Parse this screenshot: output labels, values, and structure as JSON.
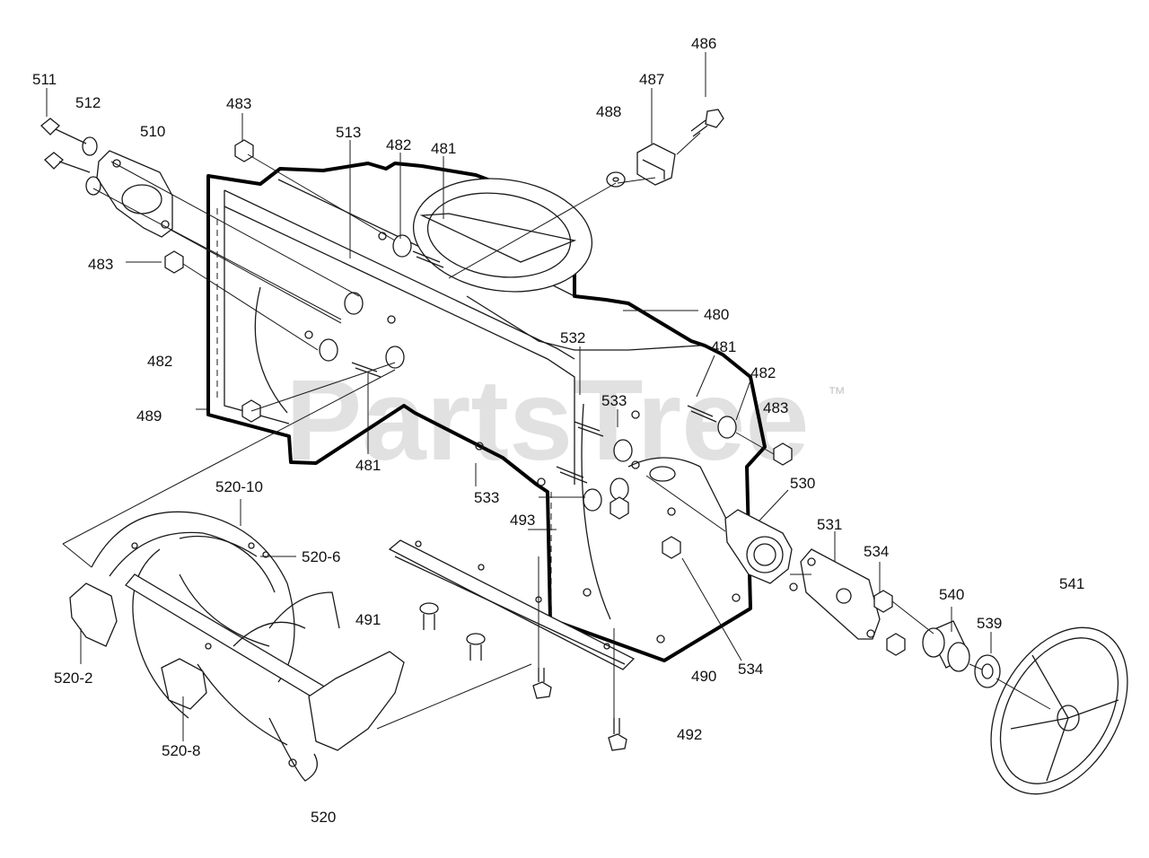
{
  "watermark": {
    "text": "PartsTree",
    "trademark": "™"
  },
  "labels": {
    "l511": "511",
    "l512": "512",
    "l510": "510",
    "l483a": "483",
    "l513": "513",
    "l482a": "482",
    "l481a": "481",
    "l488": "488",
    "l487": "487",
    "l486": "486",
    "l483b": "483",
    "l480": "480",
    "l532": "532",
    "l481b": "481",
    "l482b": "482",
    "l483c": "483",
    "l482c": "482",
    "l489": "489",
    "l481c": "481",
    "l533a": "533",
    "l533b": "533",
    "l493": "493",
    "l530": "530",
    "l531": "531",
    "l534a": "534",
    "l52010": "520-10",
    "l5206": "520-6",
    "l491": "491",
    "l5202": "520-2",
    "l5208": "520-8",
    "l520": "520",
    "l490": "490",
    "l534b": "534",
    "l492": "492",
    "l540": "540",
    "l539": "539",
    "l541": "541"
  }
}
